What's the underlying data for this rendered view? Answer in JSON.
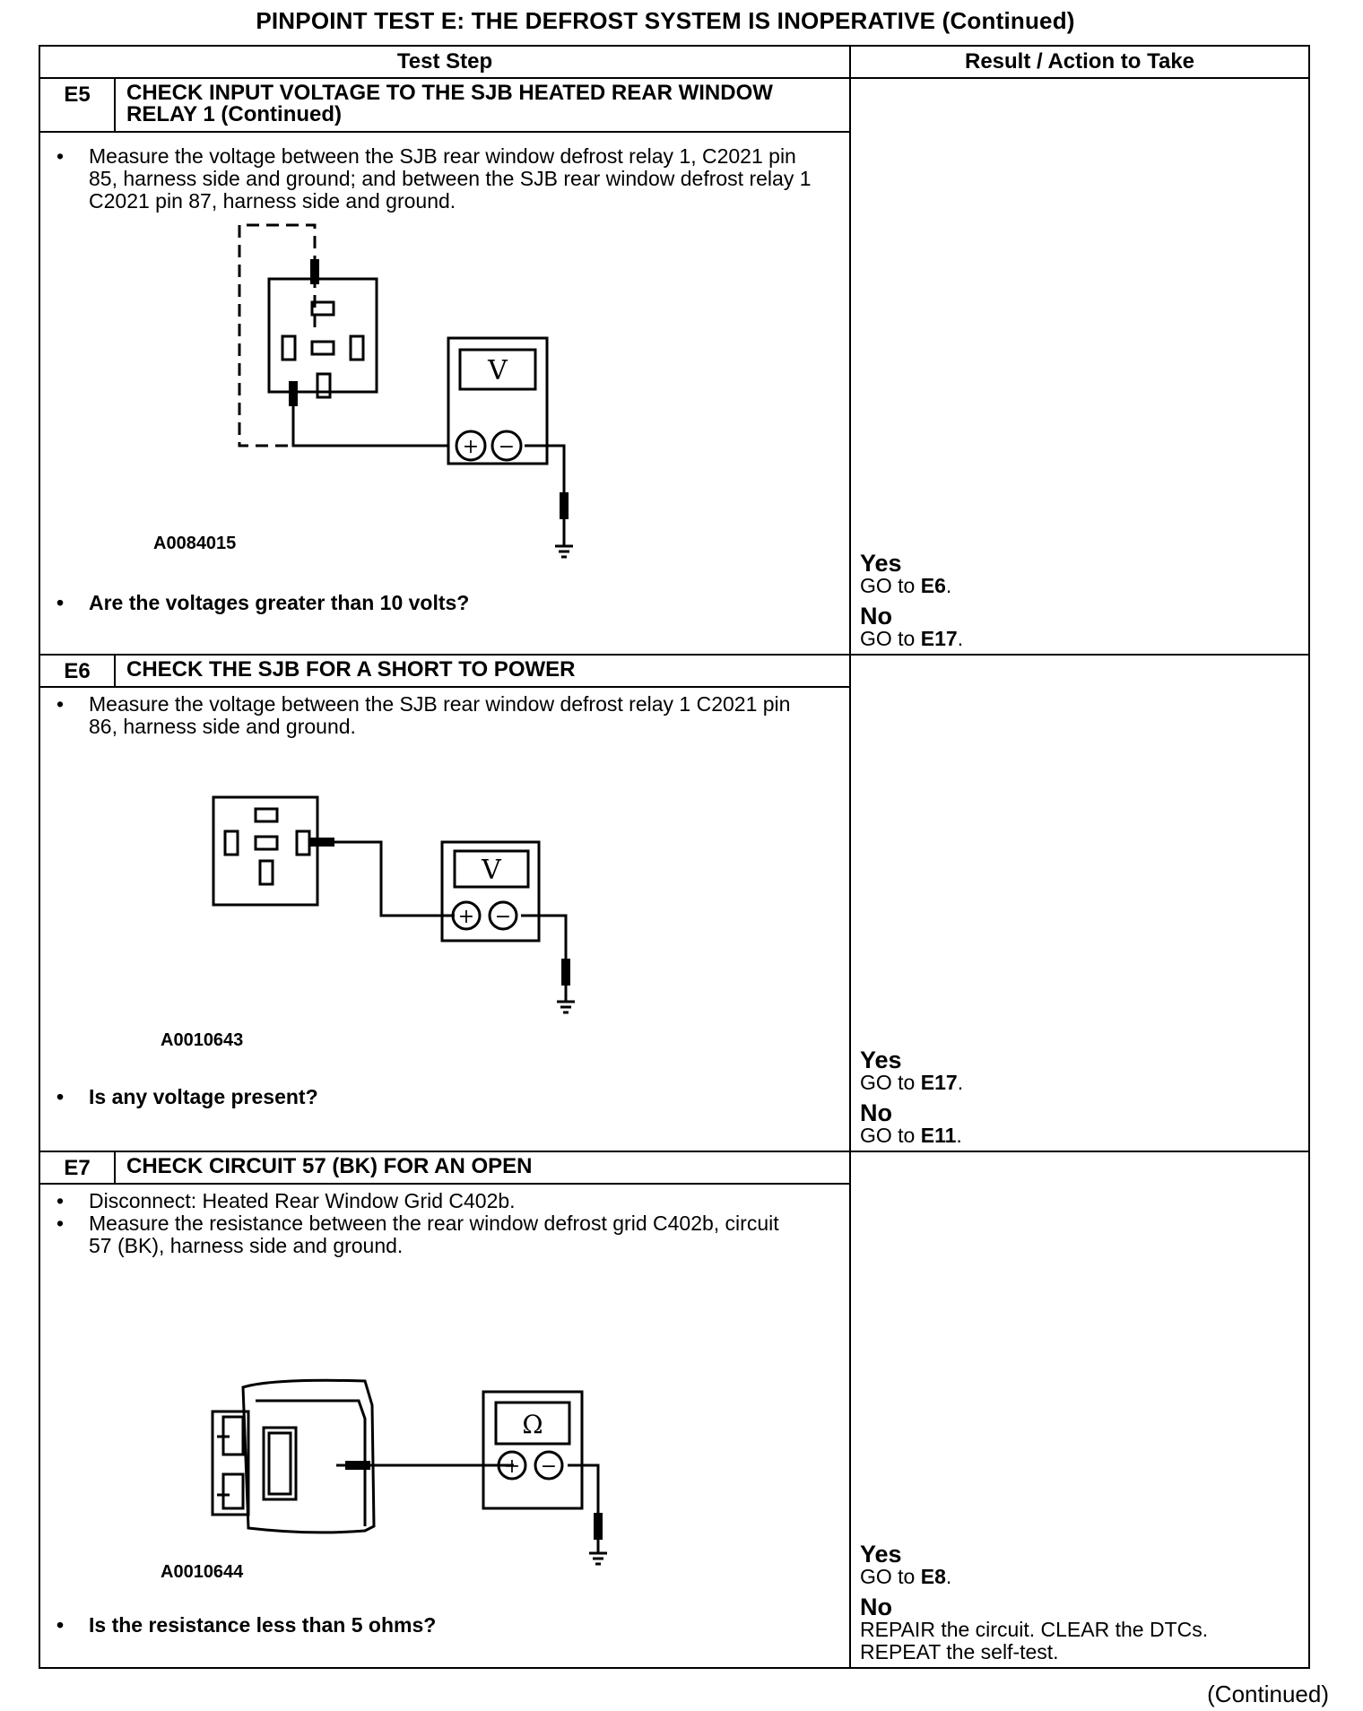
{
  "title": "PINPOINT TEST  E: THE DEFROST SYSTEM IS INOPERATIVE (Continued)",
  "headers": {
    "test_step": "Test Step",
    "result": "Result / Action to Take"
  },
  "steps": [
    {
      "code": "E5",
      "title": "CHECK INPUT VOLTAGE TO THE SJB HEATED REAR WINDOW RELAY 1 (Continued)",
      "instructions": [
        "Measure the voltage between the SJB rear window defrost relay 1, C2021 pin 85, harness side and ground; and between the SJB rear window defrost relay 1 C2021 pin 87, harness side and ground."
      ],
      "figure_id": "A0084015",
      "meter_symbol": "V",
      "question": "Are the voltages greater than 10 volts?",
      "yes_label": "Yes",
      "yes_go": "GO to ",
      "yes_target": "E6",
      "yes_end": ".",
      "no_label": "No",
      "no_go": "GO to ",
      "no_target": "E17",
      "no_end": "."
    },
    {
      "code": "E6",
      "title": "CHECK THE SJB FOR A SHORT TO POWER",
      "instructions": [
        "Measure the voltage between the SJB rear window defrost relay 1 C2021 pin 86, harness side and ground."
      ],
      "figure_id": "A0010643",
      "meter_symbol": "V",
      "question": "Is any voltage present?",
      "yes_label": "Yes",
      "yes_go": "GO to ",
      "yes_target": "E17",
      "yes_end": ".",
      "no_label": "No",
      "no_go": "GO to ",
      "no_target": "E11",
      "no_end": "."
    },
    {
      "code": "E7",
      "title": "CHECK CIRCUIT 57 (BK) FOR AN OPEN",
      "instructions": [
        "Disconnect: Heated Rear Window Grid C402b.",
        "Measure the resistance between the rear window defrost grid C402b, circuit 57 (BK), harness side and ground."
      ],
      "figure_id": "A0010644",
      "meter_symbol": "Ω",
      "question": "Is the resistance less than 5 ohms?",
      "yes_label": "Yes",
      "yes_go": "GO to ",
      "yes_target": "E8",
      "yes_end": ".",
      "no_label": "No",
      "no_line1": "REPAIR the circuit. CLEAR the DTCs.",
      "no_line2": "REPEAT the self-test."
    }
  ],
  "meter_plus": "+",
  "meter_minus": "−",
  "continued": "(Continued)"
}
